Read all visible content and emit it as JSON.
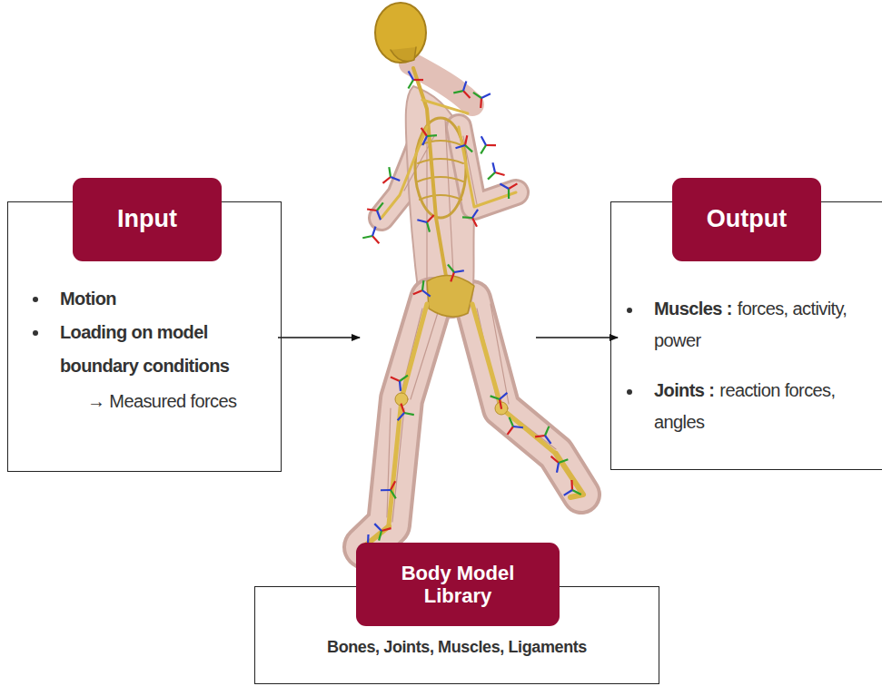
{
  "diagram": {
    "nodes": [
      {
        "text": [
          "Input"
        ]
      },
      {
        "text": [
          "Motion",
          "Loading on model boundary conditions",
          "→ Measured forces"
        ]
      },
      {
        "text": [
          "Output"
        ]
      },
      {
        "text": [
          "Muscles :",
          "forces, activity, power",
          "Joints :",
          "reaction forces, angles"
        ]
      },
      {
        "text": [
          "Body Model Library"
        ]
      },
      {
        "text": [
          "Bones, Joints, Muscles, Ligaments"
        ]
      }
    ]
  }
}
